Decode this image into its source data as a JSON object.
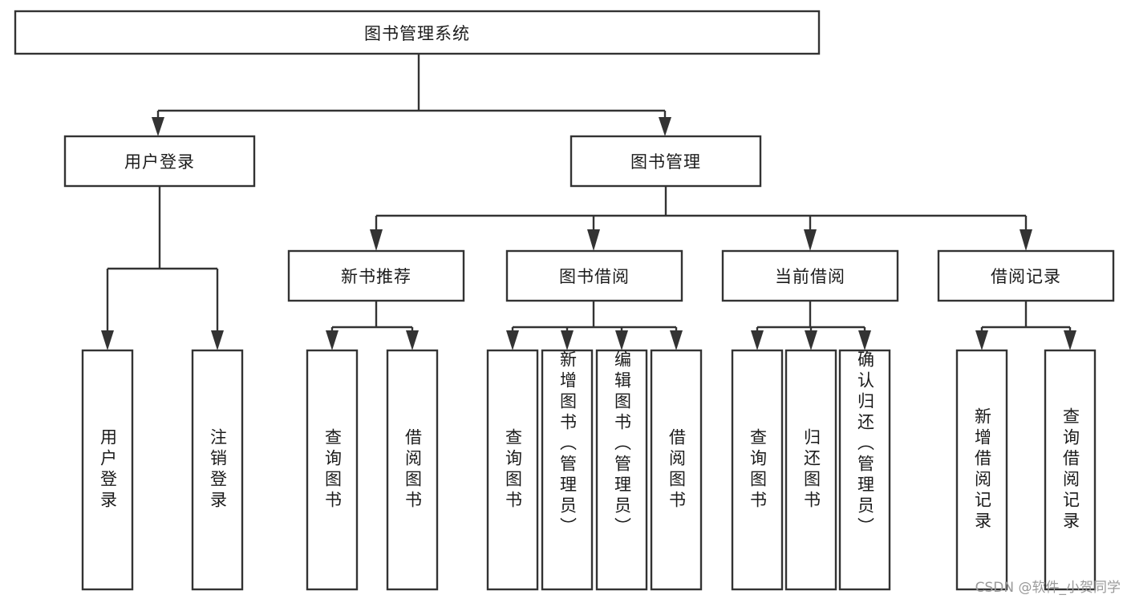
{
  "diagram": {
    "title": "图书管理系统",
    "type": "tree-hierarchy",
    "orientation": "top-down",
    "colors": {
      "box_stroke": "#333333",
      "box_fill": "#ffffff",
      "text": "#1b1b1b",
      "background": "#ffffff",
      "watermark": "#9a9a9a"
    },
    "root": {
      "label": "图书管理系统"
    },
    "level2": [
      {
        "label": "用户登录"
      },
      {
        "label": "图书管理"
      }
    ],
    "level3": [
      {
        "label": "新书推荐"
      },
      {
        "label": "图书借阅"
      },
      {
        "label": "当前借阅"
      },
      {
        "label": "借阅记录"
      }
    ],
    "leaves": {
      "user_login": [
        {
          "label": "用户登录"
        },
        {
          "label": "注销登录"
        }
      ],
      "new_book_recommend": [
        {
          "label": "查询图书"
        },
        {
          "label": "借阅图书"
        }
      ],
      "book_borrow": [
        {
          "label": "查询图书"
        },
        {
          "label": "新增图书（管理员）"
        },
        {
          "label": "编辑图书（管理员）"
        },
        {
          "label": "借阅图书"
        }
      ],
      "current_borrow": [
        {
          "label": "查询图书"
        },
        {
          "label": "归还图书"
        },
        {
          "label": "确认归还（管理员）"
        }
      ],
      "borrow_record": [
        {
          "label": "新增借阅记录"
        },
        {
          "label": "查询借阅记录"
        }
      ]
    },
    "watermark": "CSDN @软件_小贺同学"
  }
}
